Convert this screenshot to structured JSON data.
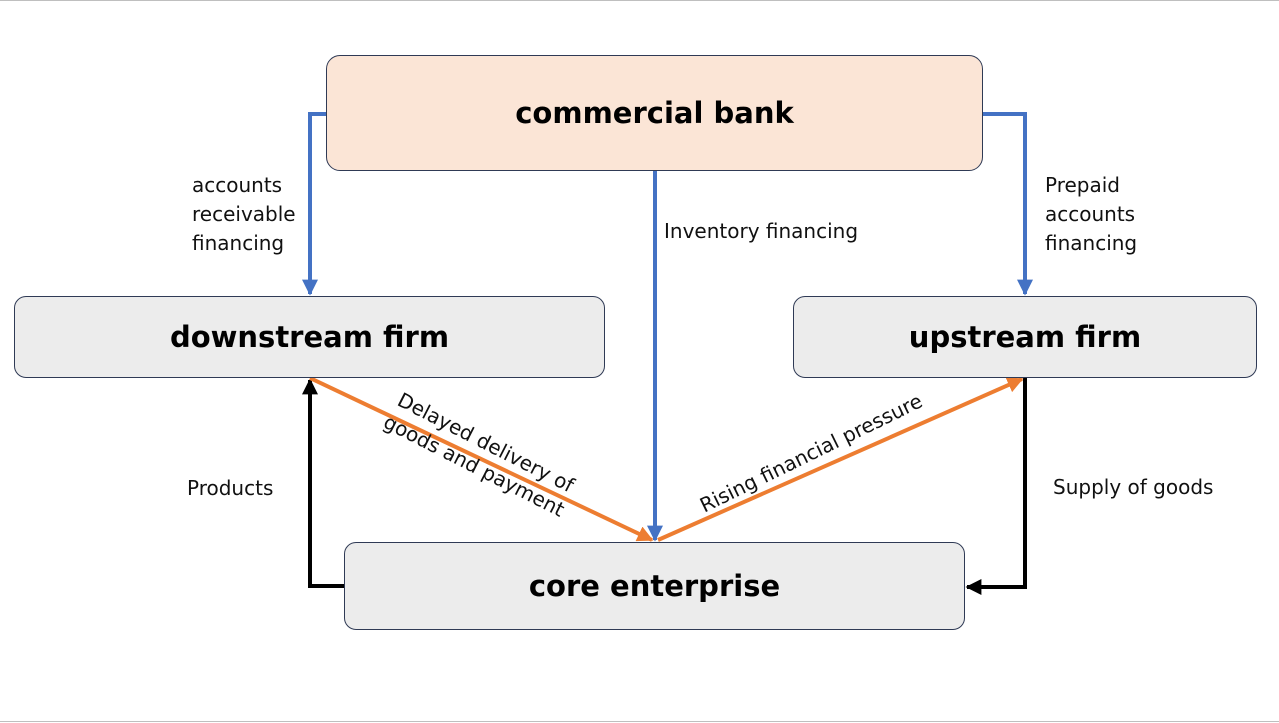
{
  "diagram": {
    "nodes": {
      "commercial_bank": {
        "label": "commercial bank",
        "fill": "#fbe5d6"
      },
      "downstream_firm": {
        "label": "downstream firm",
        "fill": "#ececec"
      },
      "upstream_firm": {
        "label": "upstream firm",
        "fill": "#ececec"
      },
      "core_enterprise": {
        "label": "core enterprise",
        "fill": "#ececec"
      }
    },
    "edges": {
      "accounts_receivable": {
        "label_lines": [
          "accounts",
          "receivable",
          "financing"
        ],
        "from": "commercial bank",
        "to": "downstream firm"
      },
      "prepaid_accounts": {
        "label_lines": [
          "Prepaid",
          "accounts",
          "financing"
        ],
        "from": "commercial bank",
        "to": "upstream firm"
      },
      "inventory": {
        "label": "Inventory financing",
        "from": "commercial bank",
        "to": "core enterprise"
      },
      "products": {
        "label": "Products",
        "from": "core enterprise",
        "to": "downstream firm"
      },
      "supply": {
        "label": "Supply of goods",
        "from": "upstream firm",
        "to": "core enterprise"
      },
      "delayed": {
        "label_lines": [
          "Delayed delivery of",
          "goods and payment"
        ],
        "from": "downstream firm",
        "to": "core enterprise"
      },
      "rising": {
        "label": "Rising financial pressure",
        "from": "core enterprise",
        "to": "upstream firm"
      }
    },
    "colors": {
      "financing_arrow": "#4472c4",
      "pressure_arrow": "#ed7d31",
      "goods_arrow": "#000000"
    }
  }
}
